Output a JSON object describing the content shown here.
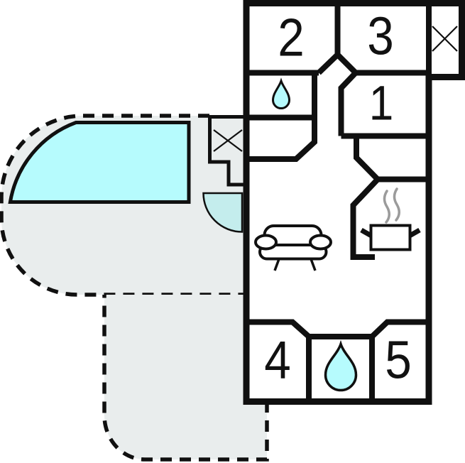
{
  "floor_plan": {
    "rooms": [
      {
        "id": "room-2",
        "label": "2"
      },
      {
        "id": "room-3",
        "label": "3"
      },
      {
        "id": "room-1",
        "label": "1"
      },
      {
        "id": "room-4",
        "label": "4"
      },
      {
        "id": "room-5",
        "label": "5"
      }
    ],
    "icons": {
      "roof_window": "x-window-icon",
      "entrance_window": "x-window-icon",
      "bathroom": "water-drop-icon",
      "shower": "water-drop-icon",
      "living": "sofa-icon",
      "kitchen": "cooking-pot-steam-icon",
      "entrance_door": "door-swing-icon"
    },
    "colors": {
      "wall": "#101010",
      "water": "#b6fbfd",
      "door": "#c4eded",
      "terrace": "#e9eded",
      "steam": "#9b9b9b"
    }
  }
}
